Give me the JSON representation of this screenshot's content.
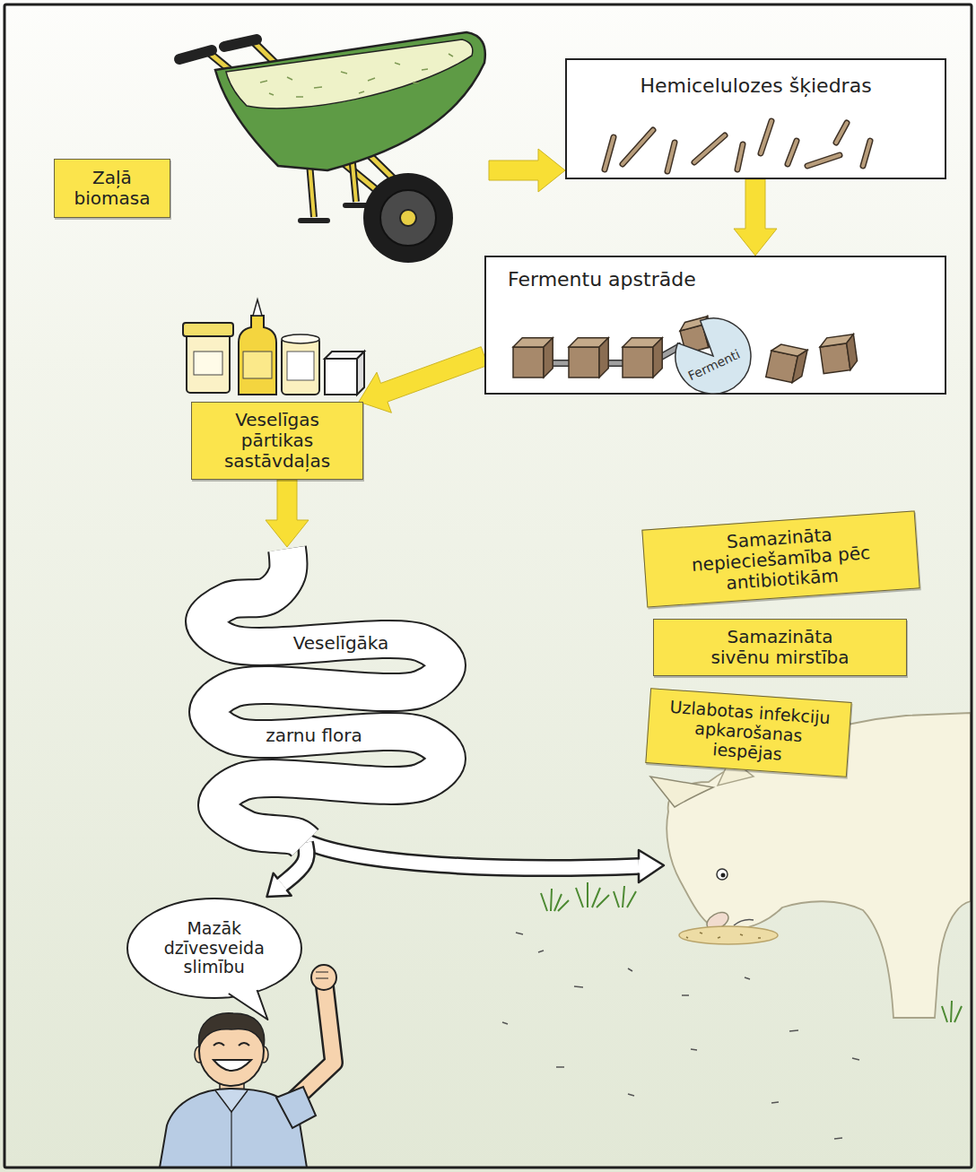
{
  "diagram": {
    "nodes": [
      {
        "text": [
          "Zaļā biomasa"
        ]
      },
      {
        "text": [
          "Hemicelulozes šķiedras"
        ]
      },
      {
        "text": [
          "Fermentu apstrāde"
        ]
      },
      {
        "text": [
          "Fermenti"
        ],
        "in": 2
      },
      {
        "text": [
          "Veselīgas pārtikas sastāvdaļas"
        ]
      },
      {
        "text": [
          "Veselīgāka",
          "zarnu flora"
        ]
      },
      {
        "text": [
          "Samazināta nepieciešamība pēc antibiotikām"
        ]
      },
      {
        "text": [
          "Samazināta sivēnu mirstība"
        ]
      },
      {
        "text": [
          "Uzlabotas infekciju apkarošanas iespējas"
        ]
      },
      {
        "text": [
          "Mazāk dzīvesveida slimību"
        ]
      }
    ],
    "edges": [
      {
        "from": 0,
        "to": 1,
        "arrow": "to"
      },
      {
        "from": 1,
        "to": 2,
        "arrow": "to"
      },
      {
        "from": 2,
        "to": 4,
        "arrow": "to"
      },
      {
        "from": 4,
        "to": 5,
        "arrow": "to"
      },
      {
        "from": 5,
        "to": 9,
        "arrow": "to"
      }
    ]
  }
}
